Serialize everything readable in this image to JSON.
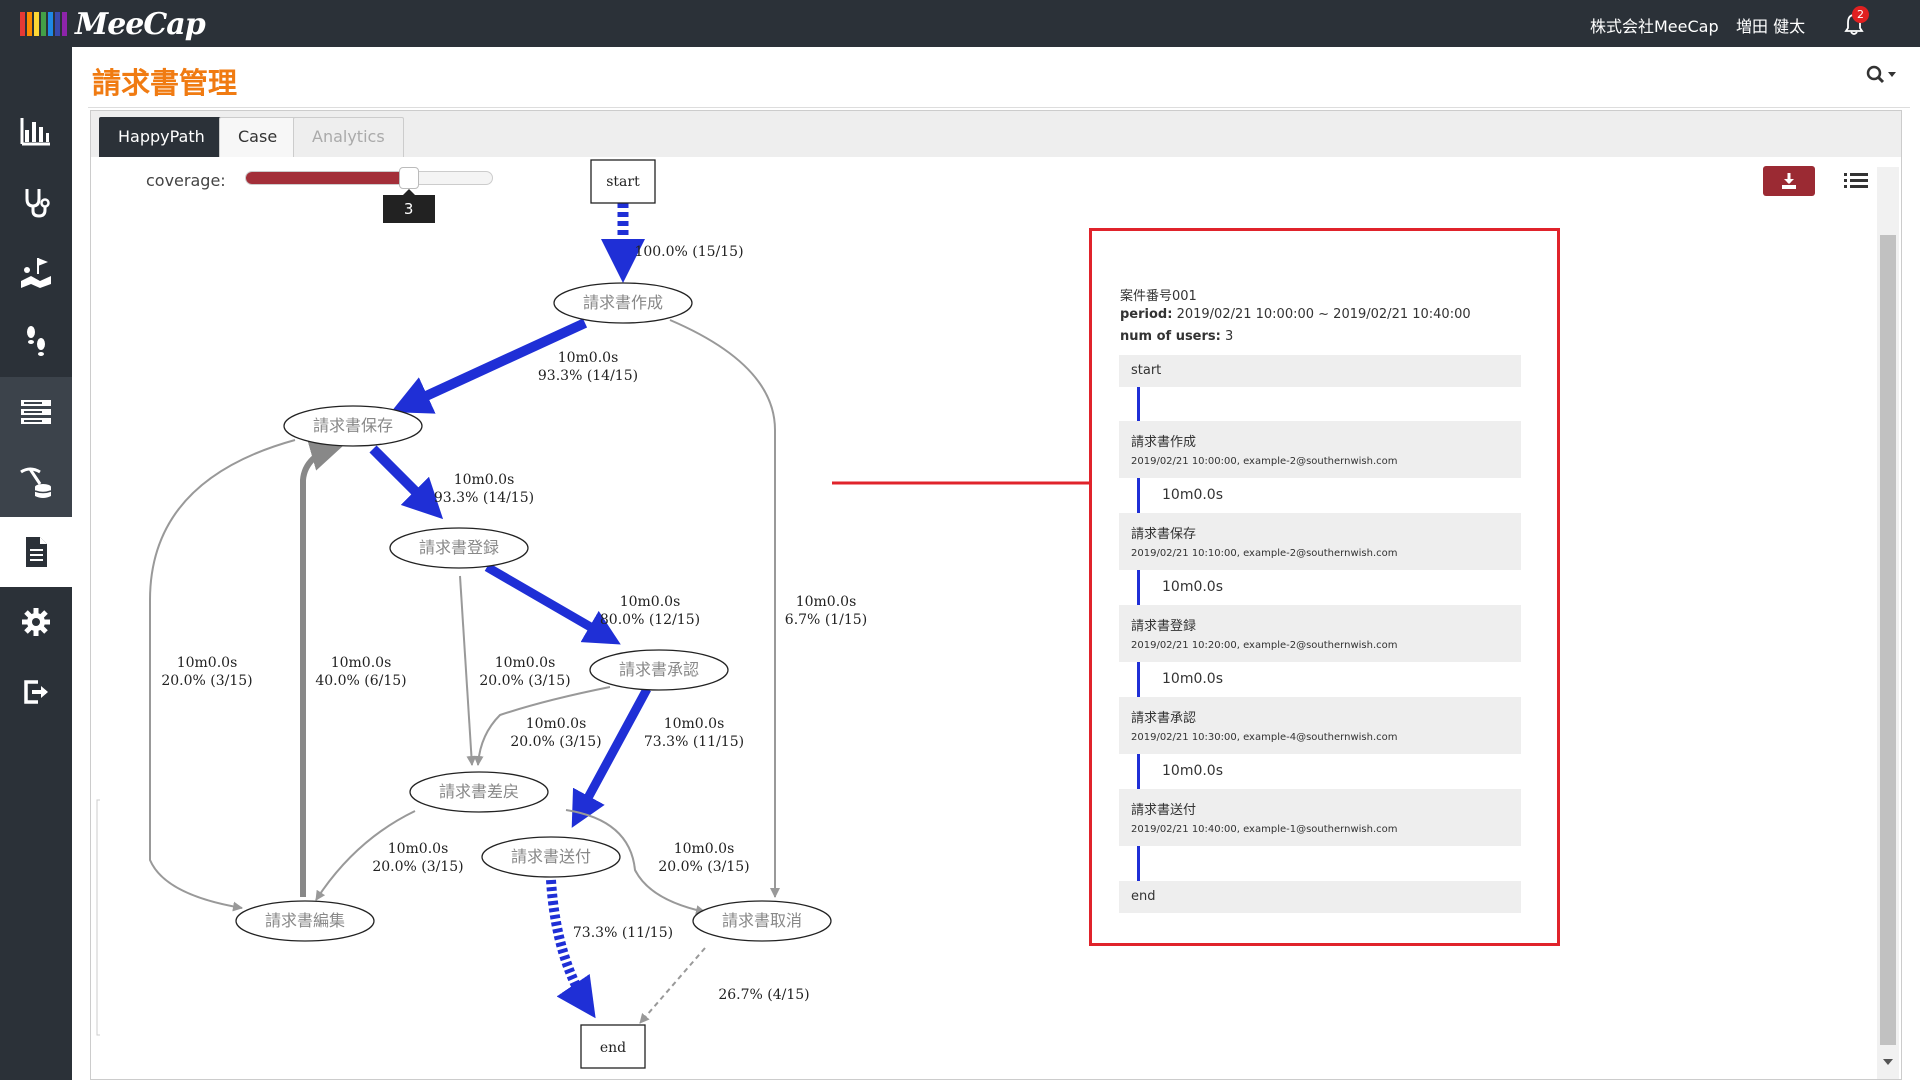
{
  "header": {
    "brand": "MeeCap",
    "company": "株式会社MeeCap",
    "user": "増田 健太",
    "notifications": "2",
    "logo_colors": [
      "#e53935",
      "#fb8c00",
      "#fdd835",
      "#43a047",
      "#1e88e5",
      "#3949ab",
      "#8e24aa"
    ]
  },
  "sidebar": {
    "items": [
      {
        "icon": "bar-chart-icon"
      },
      {
        "icon": "stethoscope-icon"
      },
      {
        "icon": "map-icon"
      },
      {
        "icon": "footsteps-icon"
      },
      {
        "icon": "server-icon"
      },
      {
        "icon": "mining-icon"
      },
      {
        "icon": "document-icon"
      },
      {
        "icon": "gear-icon"
      },
      {
        "icon": "logout-icon"
      }
    ]
  },
  "page": {
    "title": "請求書管理"
  },
  "tabs": [
    {
      "label": "HappyPath",
      "state": "active"
    },
    {
      "label": "Case",
      "state": "normal"
    },
    {
      "label": "Analytics",
      "state": "disabled"
    }
  ],
  "coverage": {
    "label": "coverage:",
    "value": "3",
    "fraction": 0.66
  },
  "process_graph": {
    "nodes": {
      "start": "start",
      "create": "請求書作成",
      "save": "請求書保存",
      "register": "請求書登録",
      "approve": "請求書承認",
      "return": "請求書差戻",
      "send": "請求書送付",
      "edit": "請求書編集",
      "cancel": "請求書取消",
      "end": "end"
    },
    "edges": {
      "start_create": {
        "pct": "100.0% (15/15)"
      },
      "create_save": {
        "dur": "10m0.0s",
        "pct": "93.3% (14/15)"
      },
      "save_register": {
        "dur": "10m0.0s",
        "pct": "93.3% (14/15)"
      },
      "register_approve": {
        "dur": "10m0.0s",
        "pct": "80.0% (12/15)"
      },
      "create_cancel": {
        "dur": "10m0.0s",
        "pct": "6.7% (1/15)"
      },
      "save_edit": {
        "dur": "10m0.0s",
        "pct": "20.0% (3/15)"
      },
      "edit_save": {
        "dur": "10m0.0s",
        "pct": "40.0% (6/15)"
      },
      "register_return": {
        "dur": "10m0.0s",
        "pct": "20.0% (3/15)"
      },
      "approve_return": {
        "dur": "10m0.0s",
        "pct": "20.0% (3/15)"
      },
      "approve_send": {
        "dur": "10m0.0s",
        "pct": "73.3% (11/15)"
      },
      "return_edit": {
        "dur": "10m0.0s",
        "pct": "20.0% (3/15)"
      },
      "return_cancel": {
        "dur": "10m0.0s",
        "pct": "20.0% (3/15)"
      },
      "send_end": {
        "pct": "73.3% (11/15)"
      },
      "cancel_end": {
        "pct": "26.7% (4/15)"
      }
    }
  },
  "detail": {
    "case_id": "案件番号001",
    "period_label": "period:",
    "period_value": "2019/02/21 10:00:00 ~ 2019/02/21 10:40:00",
    "users_label": "num of users:",
    "users_value": "3",
    "start": "start",
    "end": "end",
    "steps": [
      {
        "name": "請求書作成",
        "meta": "2019/02/21 10:00:00, example-2@southernwish.com"
      },
      {
        "name": "請求書保存",
        "meta": "2019/02/21 10:10:00, example-2@southernwish.com"
      },
      {
        "name": "請求書登録",
        "meta": "2019/02/21 10:20:00, example-2@southernwish.com"
      },
      {
        "name": "請求書承認",
        "meta": "2019/02/21 10:30:00, example-4@southernwish.com"
      },
      {
        "name": "請求書送付",
        "meta": "2019/02/21 10:40:00, example-1@southernwish.com"
      }
    ],
    "durations": [
      "10m0.0s",
      "10m0.0s",
      "10m0.0s",
      "10m0.0s"
    ]
  },
  "colors": {
    "accent": "#f07b12",
    "happy_path": "#1f2fd6",
    "highlight_border": "#e0232b",
    "download": "#9b2a33"
  }
}
